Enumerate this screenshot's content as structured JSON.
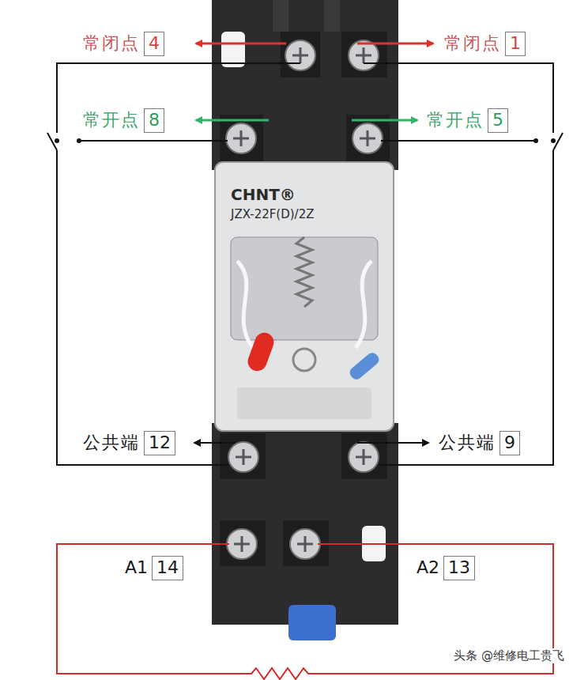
{
  "diagram": {
    "nodes": [
      {
        "text": [
          "常闭点",
          "4"
        ]
      },
      {
        "text": [
          "常闭点",
          "1"
        ]
      },
      {
        "text": [
          "常开点",
          "8"
        ]
      },
      {
        "text": [
          "常开点",
          "5"
        ]
      },
      {
        "text": [
          "公共端",
          "12"
        ]
      },
      {
        "text": [
          "公共端",
          "9"
        ]
      },
      {
        "text": [
          "A1",
          "14"
        ]
      },
      {
        "text": [
          "A2",
          "13"
        ]
      }
    ],
    "labels": [
      "CHNT®",
      "JZX-22F(D)/2Z",
      "头条 @维修电工贵飞"
    ]
  }
}
